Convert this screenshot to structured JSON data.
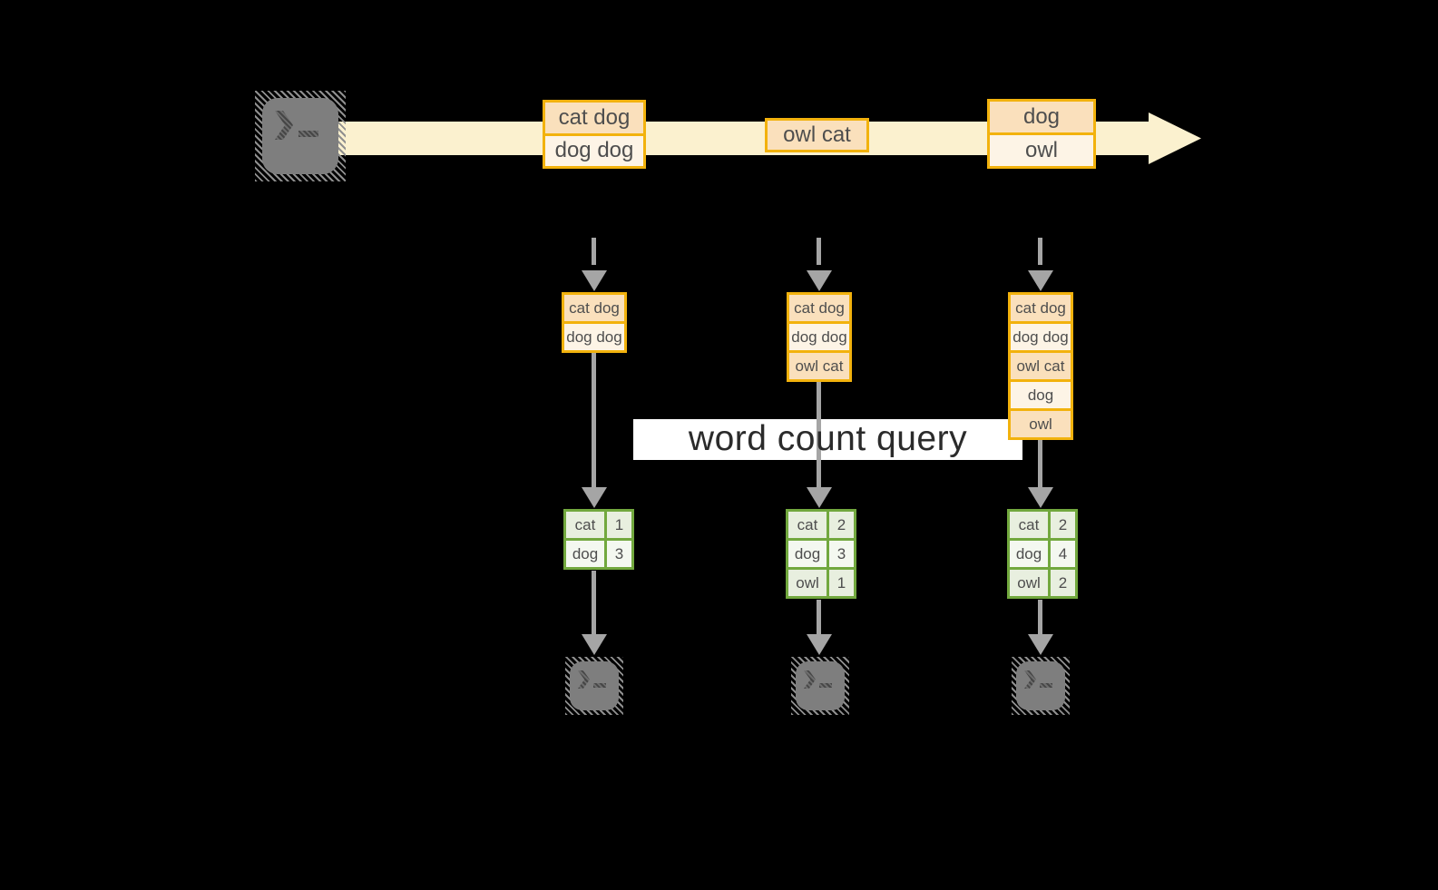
{
  "query_label": "word count query",
  "stream": {
    "batches": [
      {
        "lines": [
          "cat dog",
          "dog dog"
        ]
      },
      {
        "lines": [
          "owl cat"
        ]
      },
      {
        "lines": [
          "dog",
          "owl"
        ]
      }
    ]
  },
  "columns": [
    {
      "stack": [
        "cat dog",
        "dog dog"
      ],
      "table": [
        {
          "word": "cat",
          "count": "1"
        },
        {
          "word": "dog",
          "count": "3"
        }
      ]
    },
    {
      "stack": [
        "cat dog",
        "dog dog",
        "owl cat"
      ],
      "table": [
        {
          "word": "cat",
          "count": "2"
        },
        {
          "word": "dog",
          "count": "3"
        },
        {
          "word": "owl",
          "count": "1"
        }
      ]
    },
    {
      "stack": [
        "cat dog",
        "dog dog",
        "owl cat",
        "dog",
        "owl"
      ],
      "table": [
        {
          "word": "cat",
          "count": "2"
        },
        {
          "word": "dog",
          "count": "4"
        },
        {
          "word": "owl",
          "count": "2"
        }
      ]
    }
  ],
  "icons": {
    "source": "terminal-icon",
    "sinks": [
      "terminal-icon",
      "terminal-icon",
      "terminal-icon"
    ]
  },
  "colors": {
    "background": "#000000",
    "accent_gold": "#F2B20D",
    "batch_fill_dark": "#FAE0BC",
    "batch_fill_light": "#FDF4E6",
    "stream_band": "#FBF1CF",
    "table_border_green": "#72A83E",
    "table_fill_dark": "#E8EFDF",
    "table_fill_light": "#F4F8F0",
    "arrow_gray": "#A5A5A5",
    "terminal_gray": "#7E7E7E",
    "query_bg": "#FFFFFF",
    "query_text": "#2B2B2B"
  }
}
